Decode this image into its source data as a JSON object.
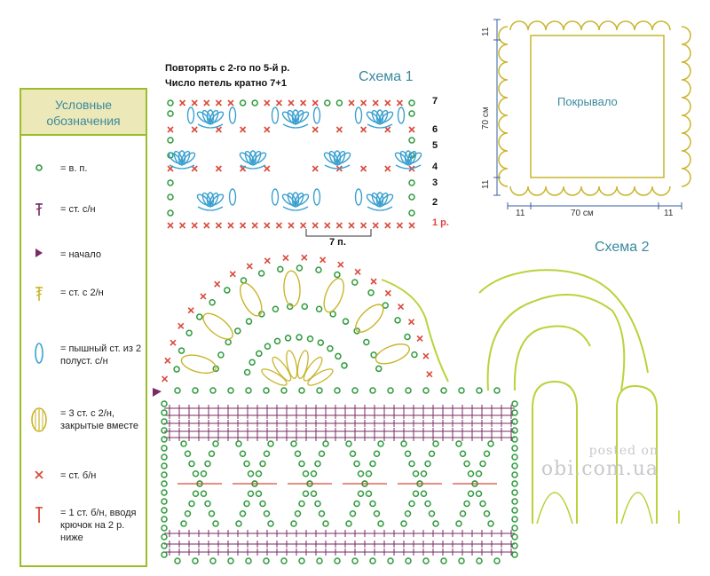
{
  "legend": {
    "title_line1": "Условные",
    "title_line2": "обозначения",
    "items": [
      {
        "symbol": "chain-stitch",
        "text": "= в. п."
      },
      {
        "symbol": "double-crochet",
        "text": "= ст. с/н"
      },
      {
        "symbol": "start-marker",
        "text": "= начало"
      },
      {
        "symbol": "treble-crochet",
        "text": "= ст. с 2/н"
      },
      {
        "symbol": "puff-stitch",
        "text": "= пышный ст. из 2 полуст. с/н"
      },
      {
        "symbol": "cluster-3tr",
        "text": "= 3 ст. с 2/н, закрытые вместе"
      },
      {
        "symbol": "single-crochet",
        "text": "= ст. б/н"
      },
      {
        "symbol": "spike-sc",
        "text": "= 1 ст. б/н, вводя крючок на 2 р. ниже"
      }
    ]
  },
  "schema1": {
    "label": "Схема 1",
    "note_line1": "Повторять с 2-го по 5-й р.",
    "note_line2": "Число петель кратно 7+1",
    "repeat_label": "7 п.",
    "rows": [
      "7",
      "6",
      "5",
      "4",
      "3",
      "2",
      "1 р."
    ]
  },
  "schema2": {
    "label": "Схема 2"
  },
  "blanket": {
    "label": "Покрывало",
    "dim_width": "70 см",
    "dim_height": "70 см",
    "border": "11"
  },
  "watermark": {
    "line1": "posted on",
    "line2": "obi.com.ua"
  },
  "colors": {
    "green": "#2e9a3c",
    "red": "#d94a3a",
    "blue": "#3aa0d0",
    "lime": "#b7d43a",
    "olive": "#c9b52c",
    "purple": "#7a2a66",
    "frame": "#9bbd2c",
    "caption": "#3a8a9e"
  }
}
